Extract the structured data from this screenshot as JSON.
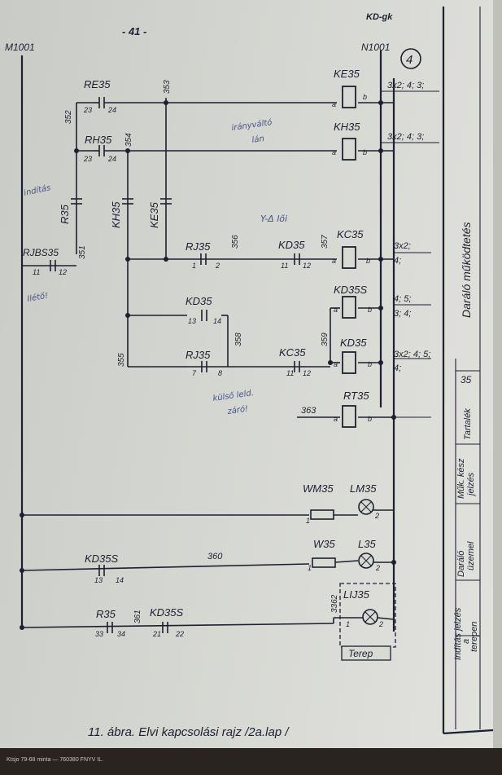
{
  "page_number": "- 41 -",
  "doc_code": "KD-gk",
  "sheet_number": "4",
  "bus": {
    "left": "M1001",
    "right": "N1001"
  },
  "labels": {
    "re35": "RE35",
    "rh35": "RH35",
    "r35": "R35",
    "kh35": "KH35",
    "ke35": "KE35",
    "rjbs35": "RJBS35",
    "rj35": "RJ35",
    "kd35": "KD35",
    "kc35": "KC35",
    "kd35s": "KD35S",
    "rt35": "RT35",
    "wm35": "WM35",
    "lm35": "LM35",
    "w35": "W35",
    "l35": "L35",
    "lij35": "LIJ35",
    "terep": "Terep"
  },
  "terminals": {
    "t23": "23",
    "t24": "24",
    "t11": "11",
    "t12": "12",
    "t13": "13",
    "t14": "14",
    "t1": "1",
    "t2": "2",
    "t7": "7",
    "t8": "8",
    "t33": "33",
    "t34": "34",
    "t21": "21",
    "t22": "22",
    "a": "a",
    "b": "b"
  },
  "wires": {
    "w351": "351",
    "w352": "352",
    "w353": "353",
    "w354": "354",
    "w355": "355",
    "w356": "356",
    "w357": "357",
    "w358": "358",
    "w359": "359",
    "w360": "360",
    "w361": "361",
    "w363": "363",
    "w3362": "3362"
  },
  "refs": {
    "ke35": "3x2; 4; 3;",
    "kh35": "3x2; 4; 3;",
    "kc35_1": "3x2;",
    "kc35_2": "4;",
    "kd35s_1": "4; 5;",
    "kd35s_2": "3; 4;",
    "kd35_1": "3x2; 4; 5;",
    "kd35_2": "4;"
  },
  "notes": {
    "n1": "irányváltó",
    "n2": "lán",
    "n3": "indítás",
    "n4": "Y-Δ lői",
    "n5": "Ilétő!",
    "n6": "külső leld.",
    "n7": "záró!"
  },
  "title_block": {
    "main": "Daráló működtetés",
    "number": "35",
    "c1": "Tartalék",
    "c2a": "Műk. kész",
    "c2b": "jelzés",
    "c3a": "Daráló",
    "c3b": "üzemel",
    "c4a": "Indítás jelzés",
    "c4b": "a",
    "c4c": "terepen"
  },
  "caption": "11. ábra.  Elvi kapcsolási rajz   /2a.lap /",
  "printer": "Ktsjo 79-68 minta — 760380 FNYV IL."
}
